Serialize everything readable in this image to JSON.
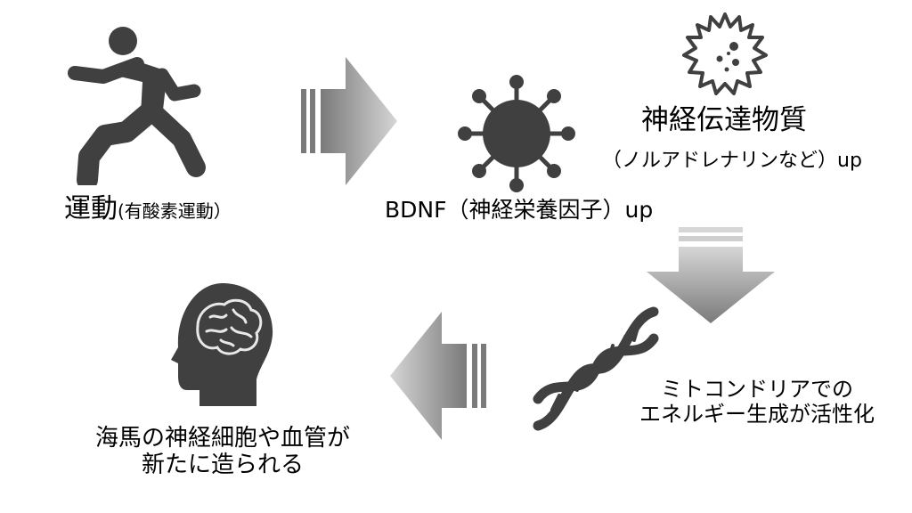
{
  "exercise": {
    "main": "運動",
    "sub": "(有酸素運動）",
    "icon": "running-person-icon"
  },
  "bdnf": {
    "label": "BDNF（神経栄養因子）up",
    "icon": "virus-icon"
  },
  "neurotransmitter": {
    "title": "神経伝達物質",
    "subtitle": "（ノルアドレナリンなど）up",
    "icon": "germ-icon"
  },
  "mitochondria": {
    "line1": "ミトコンドリアでの",
    "line2": "エネルギー生成が活性化",
    "icon": "dna-icon"
  },
  "hippocampus": {
    "line1": "海馬の神経細胞や血管が",
    "line2": "新たに造られる",
    "icon": "brain-head-icon"
  },
  "colors": {
    "icon": "#404040",
    "arrow_dark": "#7a7a7a",
    "arrow_light": "#d6d6d6"
  }
}
